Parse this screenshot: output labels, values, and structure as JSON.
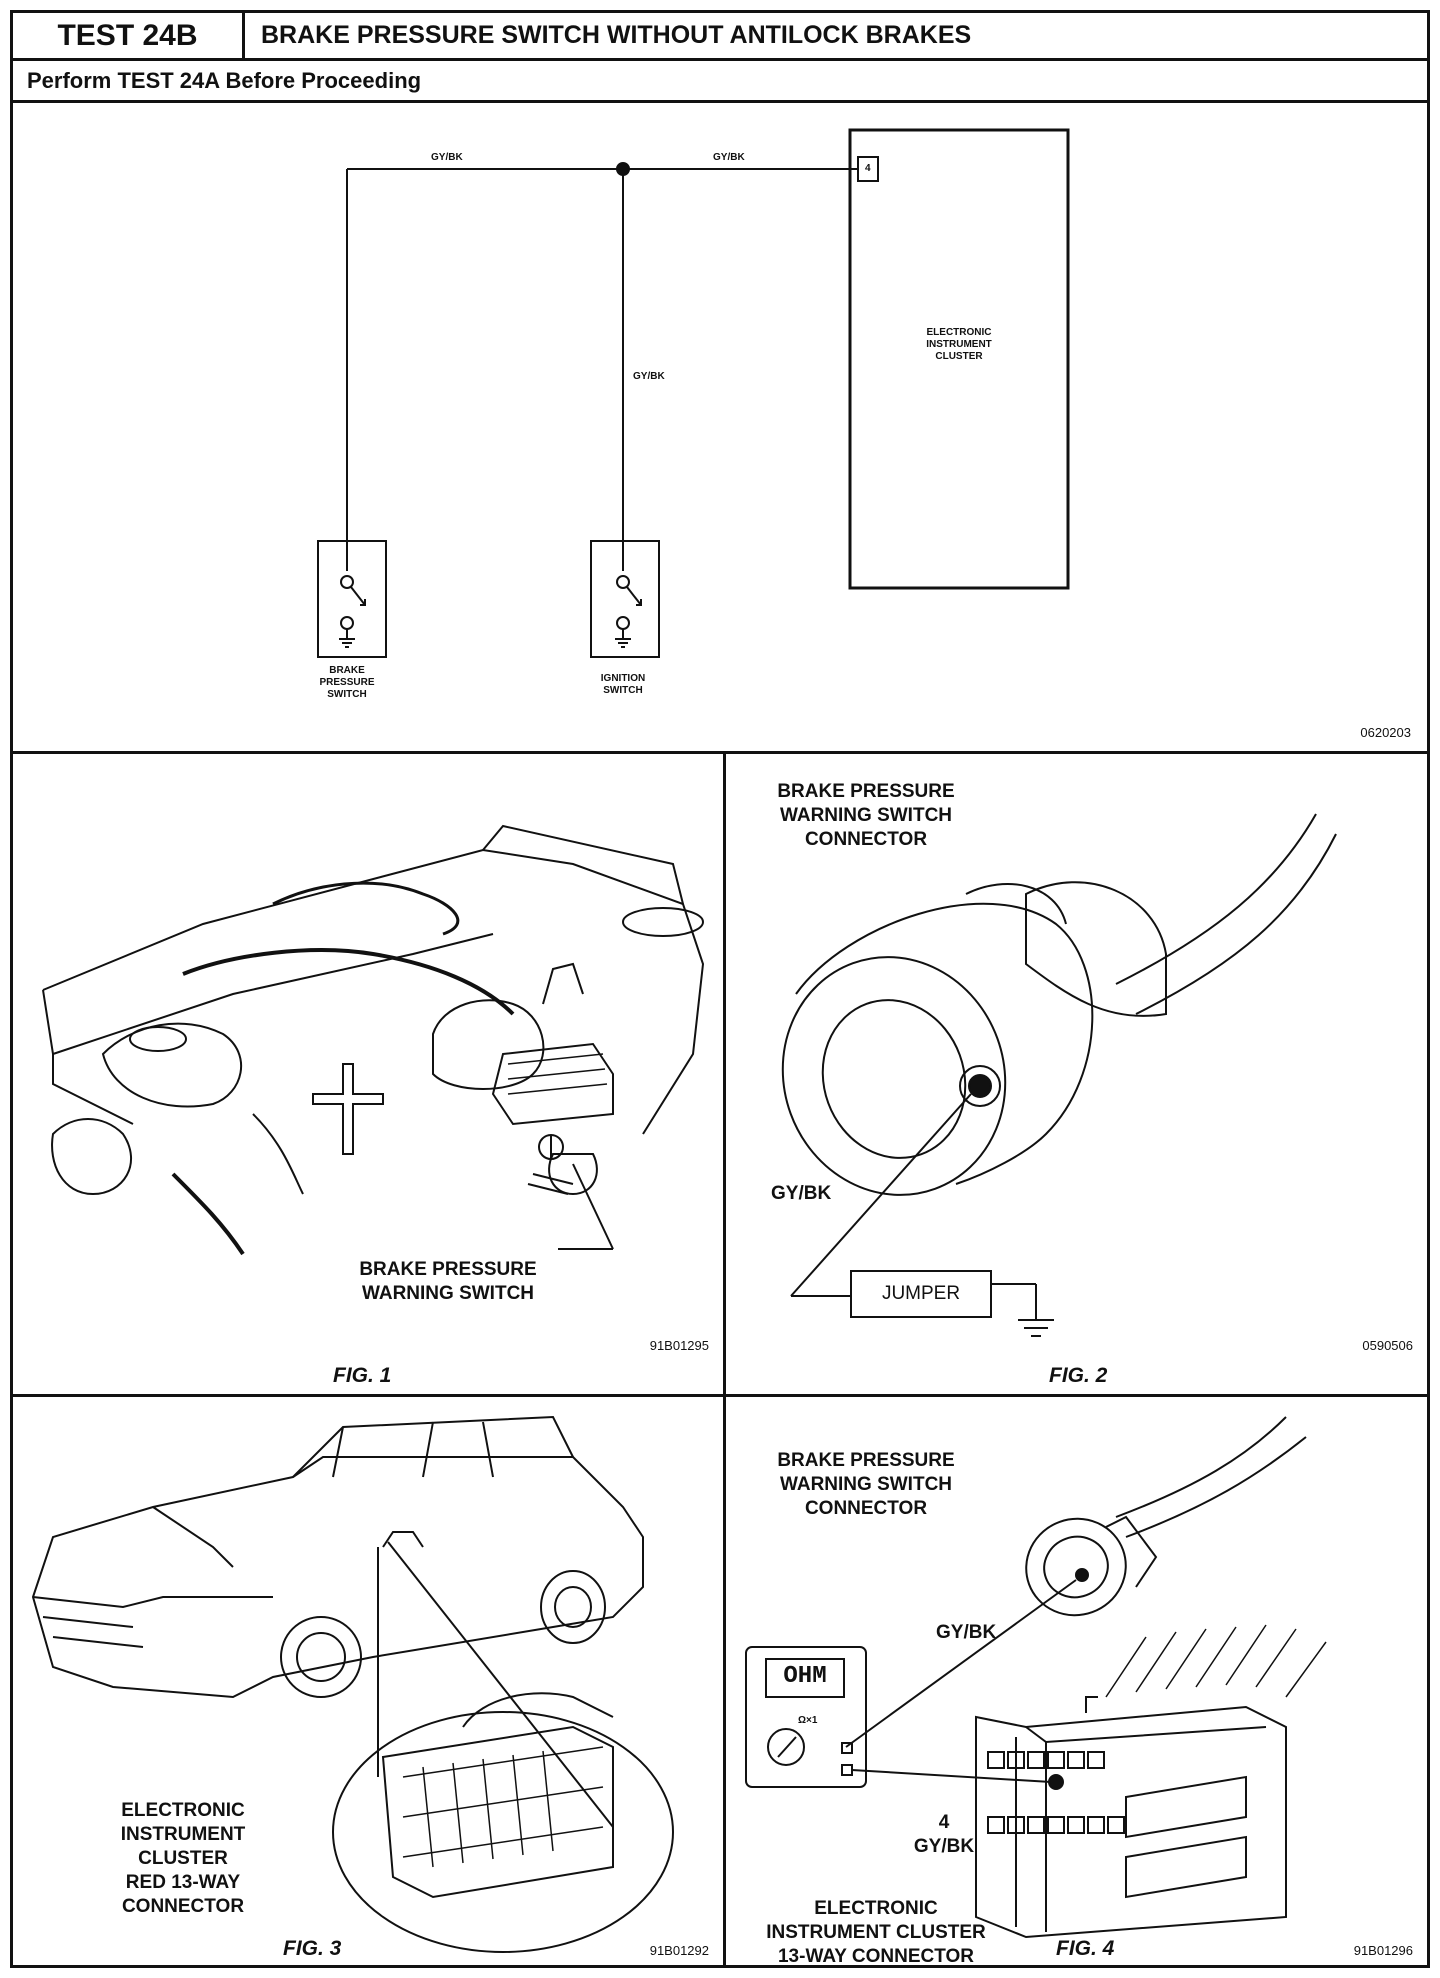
{
  "header": {
    "test_id": "TEST 24B",
    "title": "BRAKE PRESSURE SWITCH WITHOUT ANTILOCK BRAKES",
    "instruction": "Perform TEST 24A Before Proceeding"
  },
  "schematic": {
    "wire_label_left": "GY/BK",
    "wire_label_right": "GY/BK",
    "wire_label_vertical": "GY/BK",
    "pin_number": "4",
    "cluster_label": [
      "ELECTRONIC",
      "INSTRUMENT",
      "CLUSTER"
    ],
    "brake_switch_label": [
      "BRAKE",
      "PRESSURE",
      "SWITCH"
    ],
    "ignition_switch_label": [
      "IGNITION",
      "SWITCH"
    ],
    "code": "0620203"
  },
  "fig1": {
    "callout": [
      "BRAKE PRESSURE",
      "WARNING SWITCH"
    ],
    "code": "91B01295",
    "caption": "FIG. 1"
  },
  "fig2": {
    "title": [
      "BRAKE PRESSURE",
      "WARNING SWITCH",
      "CONNECTOR"
    ],
    "wire_label": "GY/BK",
    "jumper_label": "JUMPER",
    "code": "0590506",
    "caption": "FIG. 2"
  },
  "fig3": {
    "callout": [
      "ELECTRONIC",
      "INSTRUMENT",
      "CLUSTER",
      "RED 13-WAY",
      "CONNECTOR"
    ],
    "code": "91B01292",
    "caption": "FIG. 3"
  },
  "fig4": {
    "title": [
      "BRAKE PRESSURE",
      "WARNING SWITCH",
      "CONNECTOR"
    ],
    "wire_label": "GY/BK",
    "meter_display": "OHM",
    "meter_range": "Ω×1",
    "pin_label": [
      "4",
      "GY/BK"
    ],
    "connector_label": [
      "ELECTRONIC",
      "INSTRUMENT CLUSTER",
      "13-WAY CONNECTOR"
    ],
    "code": "91B01296",
    "caption": "FIG. 4"
  }
}
